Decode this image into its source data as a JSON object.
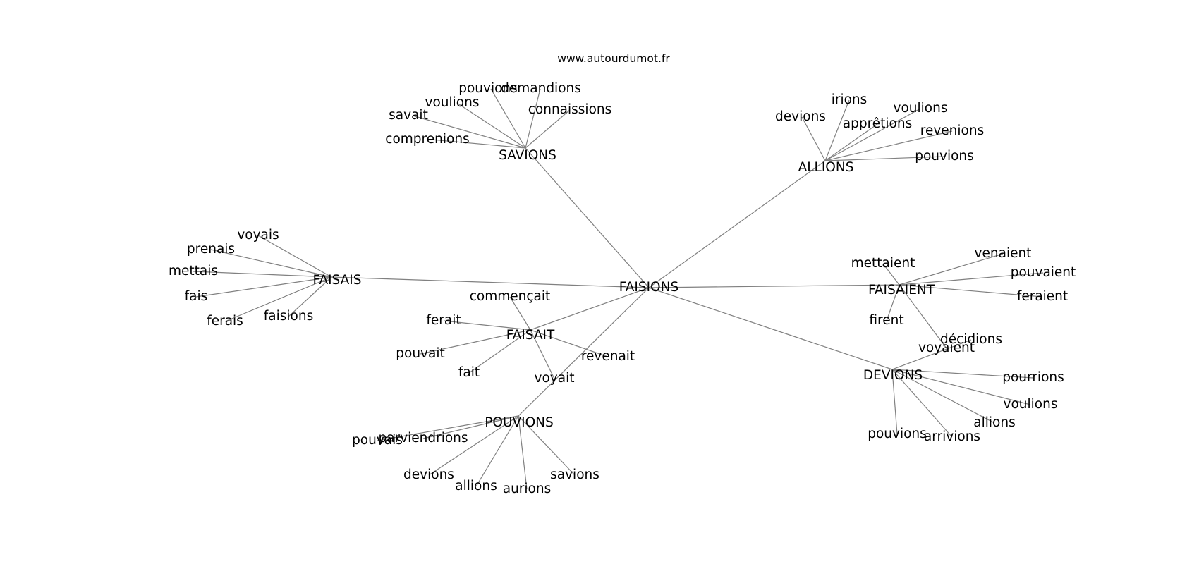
{
  "header": {
    "site_url": "www.autourdumot.fr"
  },
  "graph": {
    "center": "FAISIONS",
    "clusters": [
      {
        "id": "savions",
        "hub": "SAVIONS",
        "leaves": [
          "comprenions",
          "savait",
          "voulions",
          "pouvions",
          "demandions",
          "connaissions"
        ]
      },
      {
        "id": "allions",
        "hub": "ALLIONS",
        "leaves": [
          "devions",
          "irions",
          "apprêtions",
          "voulions",
          "revenions",
          "pouvions"
        ]
      },
      {
        "id": "faisais",
        "hub": "FAISAIS",
        "leaves": [
          "voyais",
          "prenais",
          "mettais",
          "fais",
          "ferais",
          "faisions"
        ]
      },
      {
        "id": "faisaient",
        "hub": "FAISAIENT",
        "leaves": [
          "mettaient",
          "venaient",
          "pouvaient",
          "feraient",
          "firent",
          "voyaient"
        ]
      },
      {
        "id": "faisait",
        "hub": "FAISAIT",
        "leaves": [
          "commençait",
          "ferait",
          "pouvait",
          "fait",
          "voyait",
          "revenait"
        ]
      },
      {
        "id": "pouvions",
        "hub": "POUVIONS",
        "leaves": [
          "pouvais",
          "parviendrions",
          "devions",
          "allions",
          "aurions",
          "savions"
        ]
      },
      {
        "id": "devions",
        "hub": "DEVIONS",
        "leaves": [
          "décidions",
          "pourrions",
          "voulions",
          "allions",
          "arrivions",
          "pouvions"
        ]
      }
    ]
  }
}
